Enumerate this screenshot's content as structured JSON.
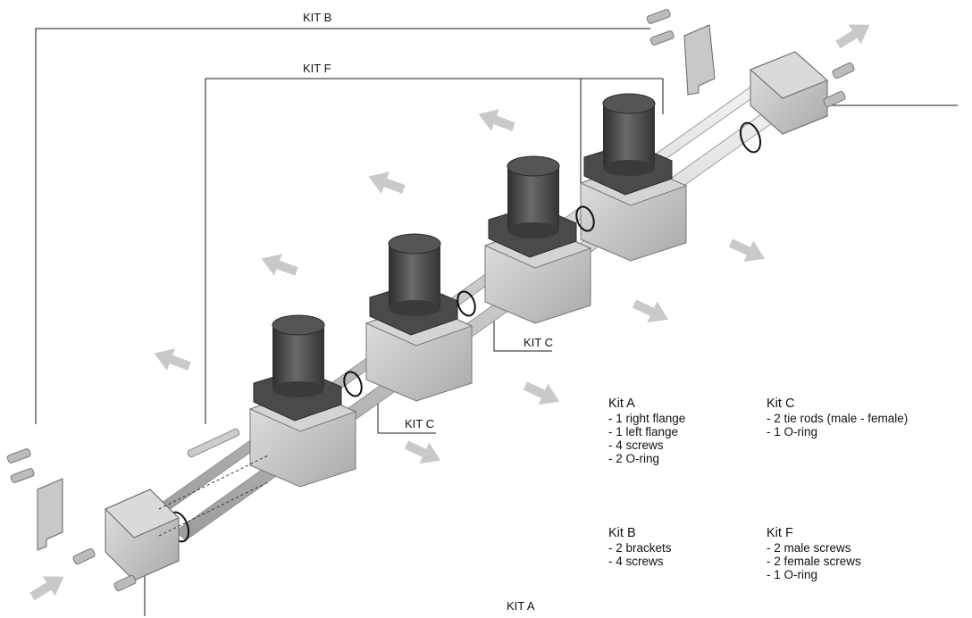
{
  "callouts": {
    "kit_b": "KIT B",
    "kit_f": "KIT F",
    "kit_c_upper": "KIT C",
    "kit_c_lower": "KIT C",
    "kit_a": "KIT A"
  },
  "legend": {
    "kit_a": {
      "title": "Kit A",
      "items": [
        "- 1 right flange",
        "- 1 left flange",
        "- 4 screws",
        "- 2 O-ring"
      ]
    },
    "kit_b": {
      "title": "Kit B",
      "items": [
        "- 2 brackets",
        "- 4 screws"
      ]
    },
    "kit_c": {
      "title": "Kit C",
      "items": [
        "- 2 tie rods (male - female)",
        "- 1 O-ring"
      ]
    },
    "kit_f": {
      "title": "Kit F",
      "items": [
        "- 2 male screws",
        "- 2 female screws",
        "- 1 O-ring"
      ]
    }
  },
  "colors": {
    "arrow": "#c9c9c9",
    "line": "#1a1a1a",
    "module_dark": "#4a4a4a",
    "module_light": "#bdbdbd"
  }
}
